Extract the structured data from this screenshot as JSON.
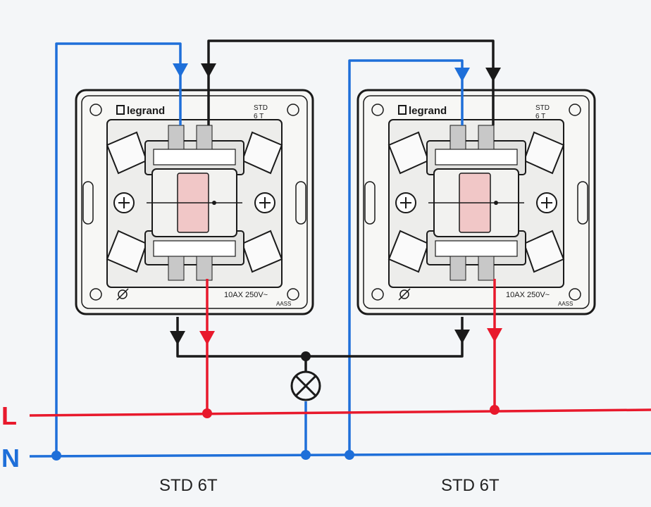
{
  "rails": {
    "line": {
      "label": "L",
      "color": "#e8192c"
    },
    "neutral": {
      "label": "N",
      "color": "#1e6fd9"
    }
  },
  "wire_colors": {
    "black": "#1a1a1a",
    "blue": "#1e6fd9",
    "red": "#e8192c"
  },
  "switches": [
    {
      "brand": "legrand",
      "model_line1": "STD",
      "model_line2": "6 T",
      "rating": "10AX   250V~",
      "approval": "AASS",
      "caption": "STD 6T"
    },
    {
      "brand": "legrand",
      "model_line1": "STD",
      "model_line2": "6 T",
      "rating": "10AX   250V~",
      "approval": "AASS",
      "caption": "STD 6T"
    }
  ],
  "lamp": {
    "icon": "lamp-icon"
  }
}
